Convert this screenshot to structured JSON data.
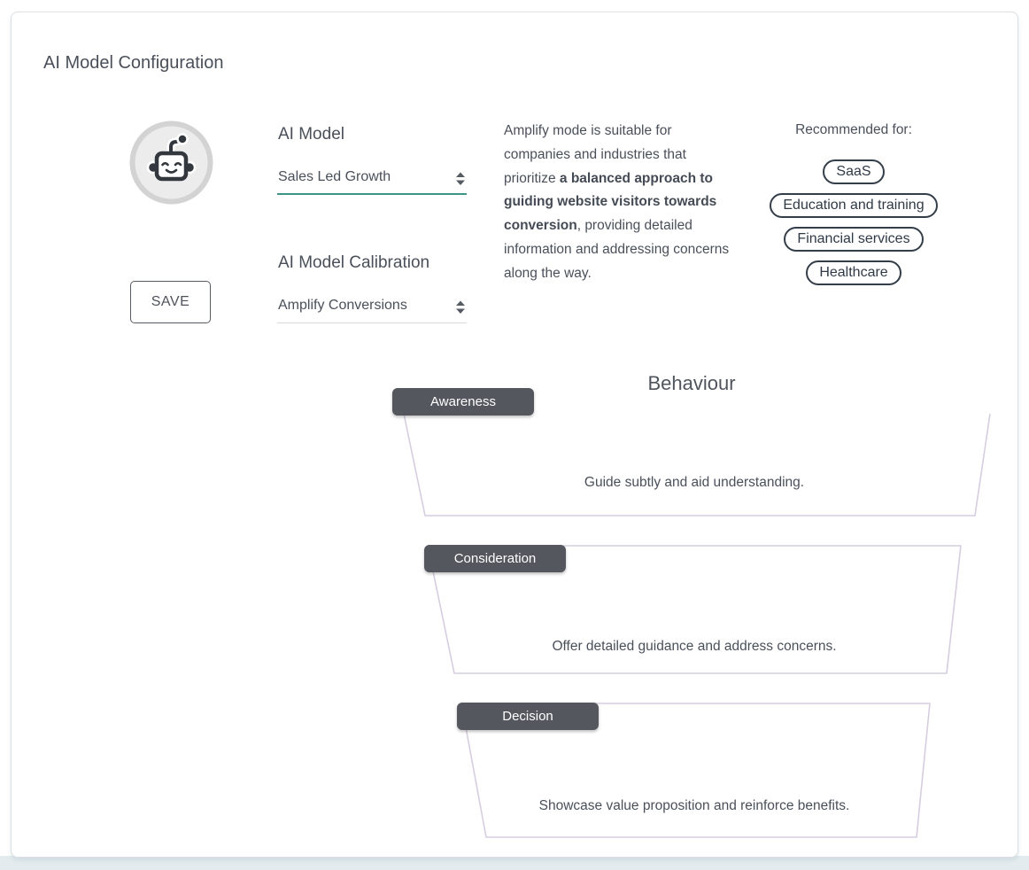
{
  "page_title": "AI Model Configuration",
  "model_form": {
    "ai_model_label": "AI Model",
    "ai_model_value": "Sales Led Growth",
    "calibration_label": "AI Model Calibration",
    "calibration_value": "Amplify Conversions",
    "save_label": "SAVE"
  },
  "description": {
    "prefix": "Amplify mode is suitable for companies and industries that prioritize ",
    "bold": "a balanced approach to guiding website visitors towards conversion",
    "suffix": ", providing detailed information and addressing concerns along the way."
  },
  "recommended": {
    "heading": "Recommended for:",
    "tags": [
      "SaaS",
      "Education and training",
      "Financial services",
      "Healthcare"
    ]
  },
  "behaviour": {
    "heading": "Behaviour",
    "stages": [
      {
        "label": "Awareness",
        "description": "Guide subtly and aid understanding."
      },
      {
        "label": "Consideration",
        "description": "Offer detailed guidance and address concerns."
      },
      {
        "label": "Decision",
        "description": "Showcase value proposition and reinforce benefits."
      }
    ]
  },
  "colors": {
    "accent_teal": "#3f9488",
    "funnel_outline": "#d6cee0",
    "badge_background": "#54575e",
    "pill_border": "#333e49",
    "text_primary": "#4a505a"
  }
}
